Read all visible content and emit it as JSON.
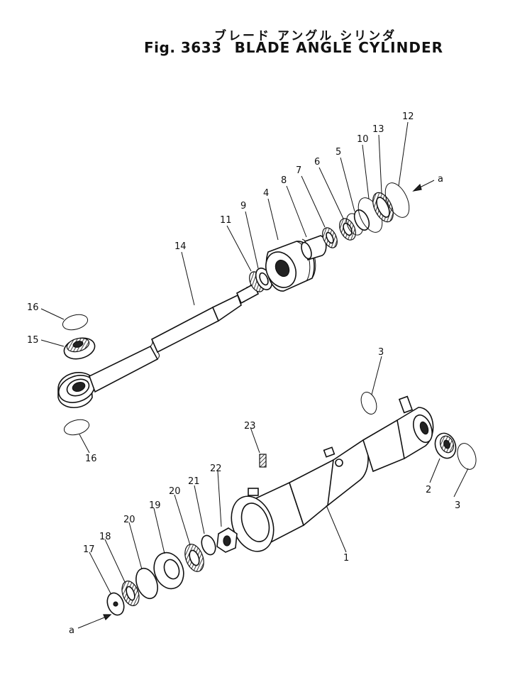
{
  "title": {
    "japanese": "ブレード アングル シリンダ",
    "figure_number": "Fig. 3633",
    "name": "BLADE ANGLE CYLINDER"
  },
  "callouts": [
    {
      "id": "c1",
      "label": "1"
    },
    {
      "id": "c2",
      "label": "2"
    },
    {
      "id": "c3a",
      "label": "3"
    },
    {
      "id": "c3b",
      "label": "3"
    },
    {
      "id": "c4",
      "label": "4"
    },
    {
      "id": "c5",
      "label": "5"
    },
    {
      "id": "c6",
      "label": "6"
    },
    {
      "id": "c7",
      "label": "7"
    },
    {
      "id": "c8",
      "label": "8"
    },
    {
      "id": "c9",
      "label": "9"
    },
    {
      "id": "c10",
      "label": "10"
    },
    {
      "id": "c11",
      "label": "11"
    },
    {
      "id": "c12",
      "label": "12"
    },
    {
      "id": "c13",
      "label": "13"
    },
    {
      "id": "c14",
      "label": "14"
    },
    {
      "id": "c15",
      "label": "15"
    },
    {
      "id": "c16a",
      "label": "16"
    },
    {
      "id": "c16b",
      "label": "16"
    },
    {
      "id": "c17",
      "label": "17"
    },
    {
      "id": "c18",
      "label": "18"
    },
    {
      "id": "c19",
      "label": "19"
    },
    {
      "id": "c20a",
      "label": "20"
    },
    {
      "id": "c20b",
      "label": "20"
    },
    {
      "id": "c21",
      "label": "21"
    },
    {
      "id": "c22",
      "label": "22"
    },
    {
      "id": "c23",
      "label": "23"
    }
  ],
  "reference_marks": [
    {
      "id": "ref-top",
      "label": "a"
    },
    {
      "id": "ref-bottom",
      "label": "a"
    }
  ]
}
